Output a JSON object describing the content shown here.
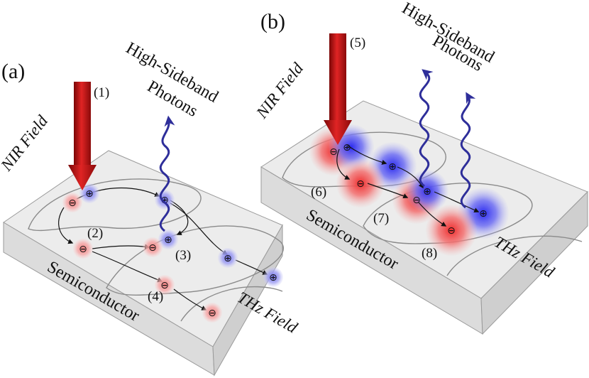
{
  "panel_a": {
    "letter": "(a)",
    "step_1": "(1)",
    "step_2": "(2)",
    "step_3": "(3)",
    "step_4": "(4)",
    "nir_label": "NIR Field",
    "photons_line1": "High-Sideband",
    "photons_line2": "Photons",
    "material": "Semiconductor",
    "thz_label": "THz Field"
  },
  "panel_b": {
    "letter": "(b)",
    "step_5": "(5)",
    "step_6": "(6)",
    "step_7": "(7)",
    "step_8": "(8)",
    "nir_label": "NIR Field",
    "photons_line1": "High-Sideband",
    "photons_line2": "Photons",
    "material": "Semiconductor",
    "thz_label": "THz Field"
  },
  "symbols": {
    "electron": "⊖",
    "hole": "⊕"
  },
  "colors": {
    "slab_top": "#ececec",
    "slab_front": "#dedede",
    "slab_side": "#d2d2d2",
    "nir_arrow": "#d11a1a",
    "photon_wave": "#2e2e9a",
    "electron": "#e94a4a",
    "hole": "#4a4ae6"
  }
}
